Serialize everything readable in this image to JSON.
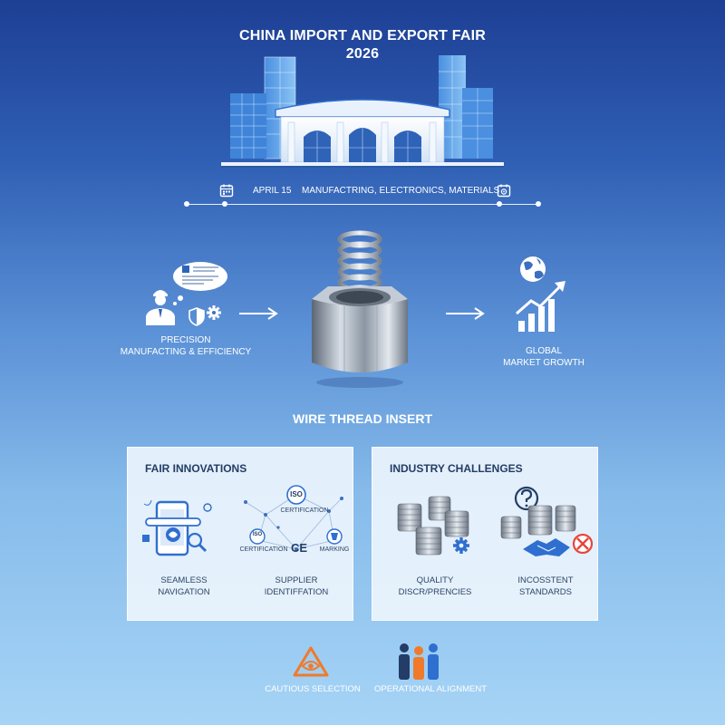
{
  "header": {
    "title_line1": "CHINA IMPORT AND EXPORT FAIR",
    "title_line2": "2026"
  },
  "info_bar": {
    "date": "APRIL 15",
    "categories": "MANUFACTRING, ELECTRONICS, MATERIALS",
    "left_icon": "calendar-icon",
    "right_icon": "calendar-gear-icon"
  },
  "flow": {
    "left_label_line1": "PRECISION",
    "left_label_line2": "MANUFACTING & EFFICIENCY",
    "right_label_line1": "GLOBAL",
    "right_label_line2": "MARKET GROWTH",
    "center_title": "WIRE THREAD INSERT"
  },
  "panels": {
    "innovations": {
      "title": "FAIR INNOVATIONS",
      "item1_line1": "SEAMLESS",
      "item1_line2": "NAVIGATION",
      "item2_line1": "SUPPLIER",
      "item2_line2": "IDENTIFFATION",
      "cert_top": "ISO",
      "cert_label1": "CERTIFICATION",
      "cert_label2": "CERTIFICATION",
      "cert_ce": "CE",
      "cert_marking": "MARKING",
      "cert_iso_small": "ISO"
    },
    "challenges": {
      "title": "INDUSTRY CHALLENGES",
      "item1_line1": "QUALITY",
      "item1_line2": "DISCR/PRENCIES",
      "item2_line1": "INCOSSTENT",
      "item2_line2": "STANDARDS"
    }
  },
  "bottom": {
    "caution_label": "CAUTIOUS SELECTION",
    "align_label": "OPERATIONAL ALIGNMENT"
  },
  "colors": {
    "bg_top": "#1d3f94",
    "bg_bottom": "#a6d4f6",
    "panel_bg": "#ecf4fc",
    "panel_text": "#233d66",
    "accent_blue": "#2f6fd0",
    "warning_orange": "#f07a2a",
    "error_red": "#e8453c"
  }
}
